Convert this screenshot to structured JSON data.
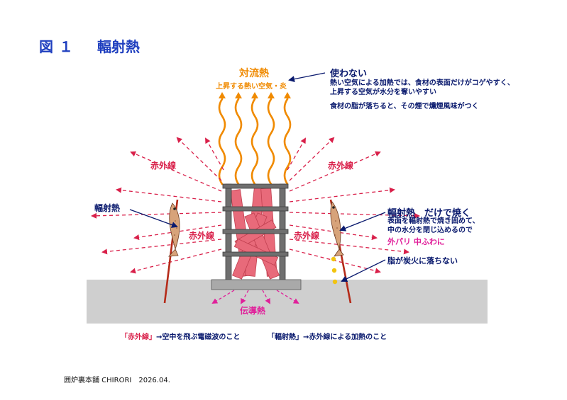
{
  "title": {
    "figure": "図",
    "number": "１",
    "name": "輻射熱"
  },
  "convection": {
    "title": "対流熱",
    "subtitle": "上昇する熱い空気・炎",
    "verdict": "使わない",
    "note1_line1": "熱い空気による加熱では、食材の表面だけがコゲやすく、",
    "note1_line2": "上昇する空気が水分を奪いやすい",
    "note2": "食材の脂が落ちると、その煙で燻煙風味がつく"
  },
  "infrared": {
    "label_top_left": "赤外線",
    "label_top_right": "赤外線",
    "label_mid_left": "赤外線",
    "label_mid_right": "赤外線"
  },
  "radiant_left": "輻射熱",
  "radiant_right": {
    "title": "輻射熱　だけで焼く",
    "line1": "表面を輻射熱で焼き固めて、",
    "line2": "中の水分を閉じ込めるので",
    "highlight": "外パリ 中ふわに",
    "fat": "脂が炭火に落ちない"
  },
  "conduction": "伝導熱",
  "definitions": {
    "d1_term": "「赤外線」",
    "d1_text": "→空中を飛ぶ電磁波のこと",
    "d2_term": "「輻射熱」",
    "d2_text": "→赤外線による加熱のこと"
  },
  "footer": "囲炉裏本舗 CHIRORI　2026.04.",
  "colors": {
    "title": "#1f3fbf",
    "infrared": "#d9204a",
    "flame": "#f08a00",
    "navy": "#0a1a6e",
    "magenta": "#e0209a",
    "ground": "#cfcfcf",
    "charcoal": "#e86a7a"
  }
}
